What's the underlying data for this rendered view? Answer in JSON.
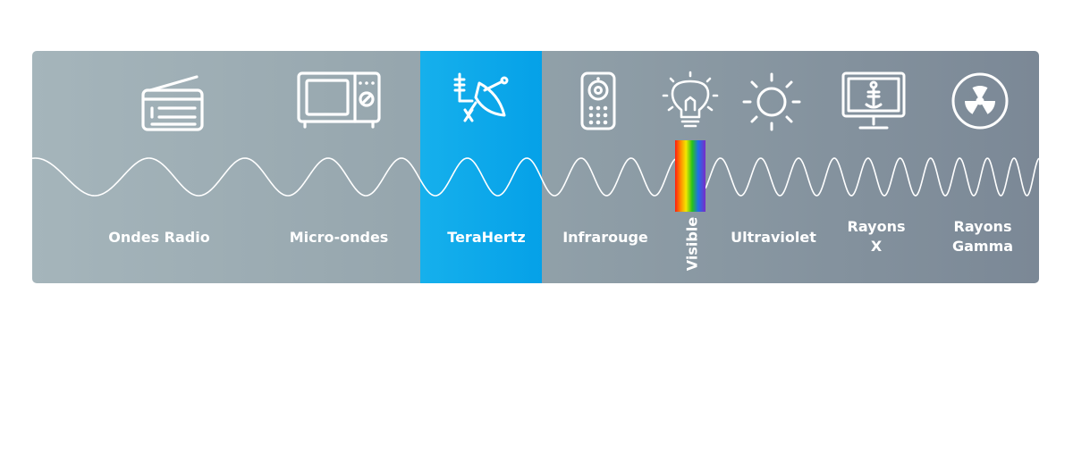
{
  "bands": [
    {
      "label": "Ondes Radio",
      "icon": "radio-icon"
    },
    {
      "label": "Micro-ondes",
      "icon": "microwave-icon"
    },
    {
      "label": "TeraHertz",
      "icon": "satellite-dish-icon",
      "highlighted": true,
      "color": "#0aa6ea"
    },
    {
      "label": "Infrarouge",
      "icon": "remote-control-icon"
    },
    {
      "label": "Visible",
      "icon": "light-bulb-icon"
    },
    {
      "label": "Ultraviolet",
      "icon": "sun-icon"
    },
    {
      "label": "Rayons\nX",
      "line1": "Rayons",
      "line2": "X",
      "icon": "xray-monitor-icon"
    },
    {
      "label": "Rayons\nGamma",
      "line1": "Rayons",
      "line2": "Gamma",
      "icon": "radiation-icon"
    }
  ],
  "colors": {
    "panel_left": "#a5b5bb",
    "panel_right": "#7b8896",
    "highlight": "#0aa6ea",
    "text": "#ffffff"
  }
}
